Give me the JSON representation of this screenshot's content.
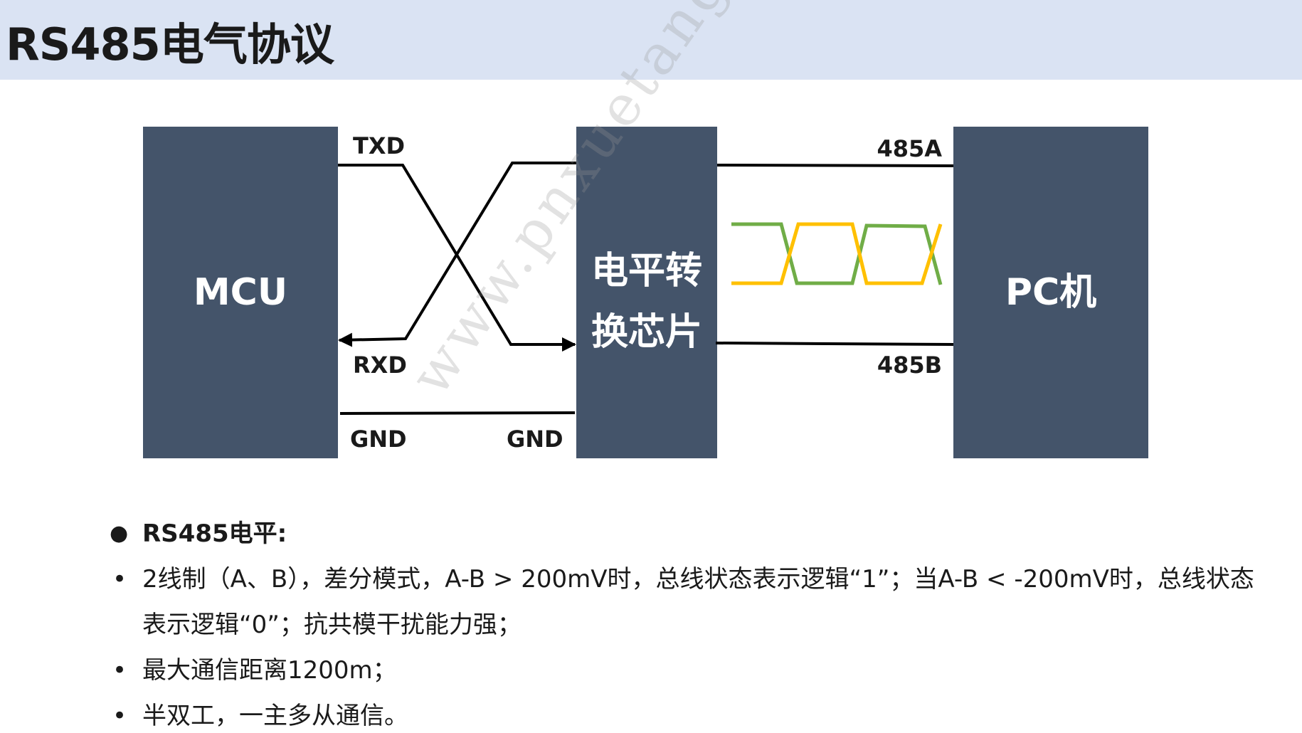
{
  "title": "RS485电气协议",
  "blocks": {
    "mcu": "MCU",
    "converter_line1": "电平转",
    "converter_line2": "换芯片",
    "pc": "PC机"
  },
  "pins": {
    "txd": "TXD",
    "rxd": "RXD",
    "gnd_left": "GND",
    "gnd_right": "GND",
    "a485": "485A",
    "b485": "485B"
  },
  "colors": {
    "block_fill": "#44546a",
    "title_bar": "#dae3f3",
    "signal_green": "#70ad47",
    "signal_yellow": "#ffc000"
  },
  "section": {
    "heading": "RS485电平:",
    "items": [
      "2线制（A、B），差分模式，A-B > 200mV时，总线状态表示逻辑“1”；当A-B < -200mV时，总线状态表示逻辑“0”；抗共模干扰能力强；",
      "最大通信距离1200m；",
      "半双工，一主多从通信。"
    ]
  },
  "watermark": "www.pnxuetang.com"
}
